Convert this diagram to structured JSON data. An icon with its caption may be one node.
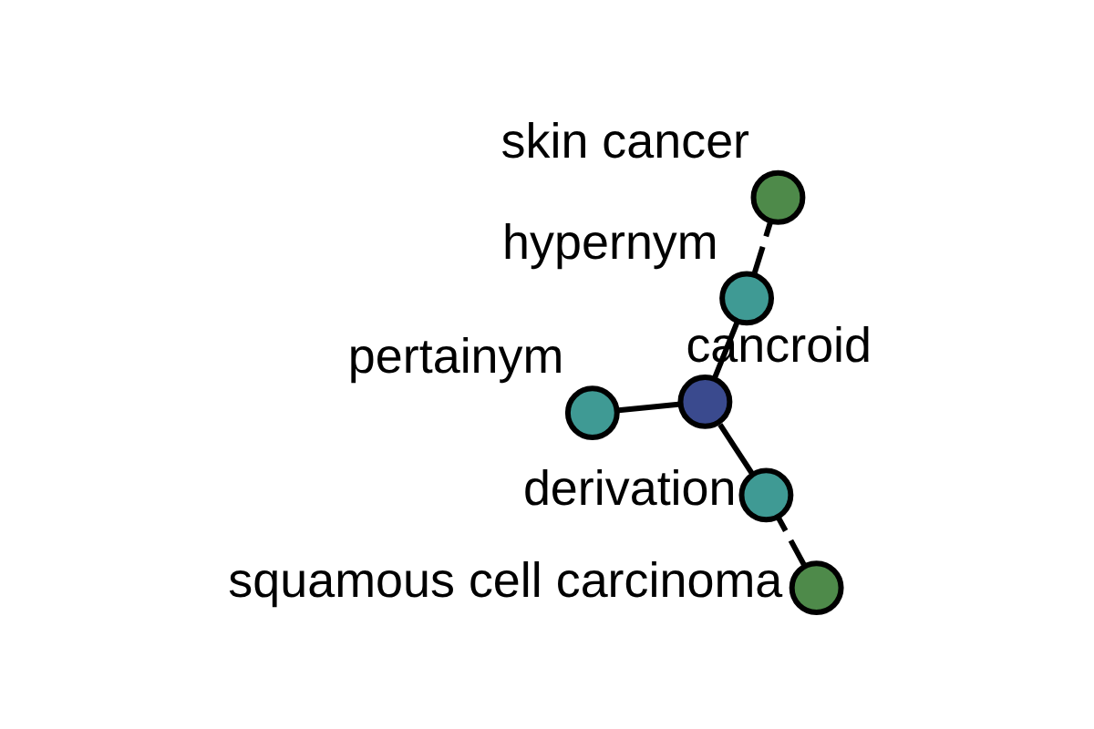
{
  "diagram": {
    "nodes": [
      {
        "text": [
          "squamous cell carcinoma"
        ]
      },
      {
        "text": [
          "derivation"
        ]
      },
      {
        "text": [
          "pertainym"
        ]
      },
      {
        "text": [
          "cancroid"
        ]
      },
      {
        "text": [
          "hypernym"
        ]
      },
      {
        "text": [
          "skin cancer"
        ]
      }
    ],
    "edges": [
      {
        "from": 0,
        "to": 1,
        "arrow": "none",
        "style": "dashed"
      },
      {
        "from": 1,
        "to": 3,
        "arrow": "none"
      },
      {
        "from": 2,
        "to": 3,
        "arrow": "none"
      },
      {
        "from": 3,
        "to": 4,
        "arrow": "none"
      },
      {
        "from": 4,
        "to": 5,
        "arrow": "none",
        "style": "dashed"
      }
    ]
  }
}
